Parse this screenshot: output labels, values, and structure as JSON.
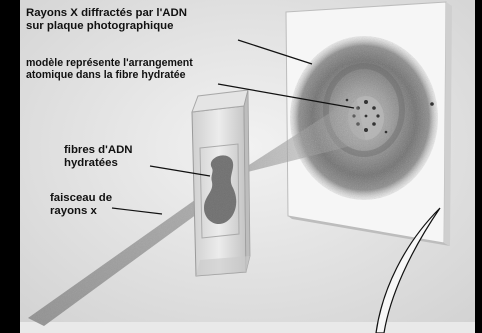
{
  "labels": {
    "diffracted": [
      "Rayons X diffractés par l'ADN",
      "sur plaque photographique"
    ],
    "model": [
      "modèle représente l'arrangement",
      "atomique dans la fibre hydratée"
    ],
    "fibres": [
      "fibres d'ADN",
      "hydratées"
    ],
    "beam": [
      "faisceau de",
      "rayons x"
    ]
  },
  "colors": {
    "frame": "#000000",
    "background": "#e6e6e6",
    "plate": "#f4f4f4",
    "film": "#8a8a8a",
    "beam": "#9a9a9a",
    "holder": "#d8d8d8",
    "sample": "#707070",
    "text": "#111111"
  }
}
